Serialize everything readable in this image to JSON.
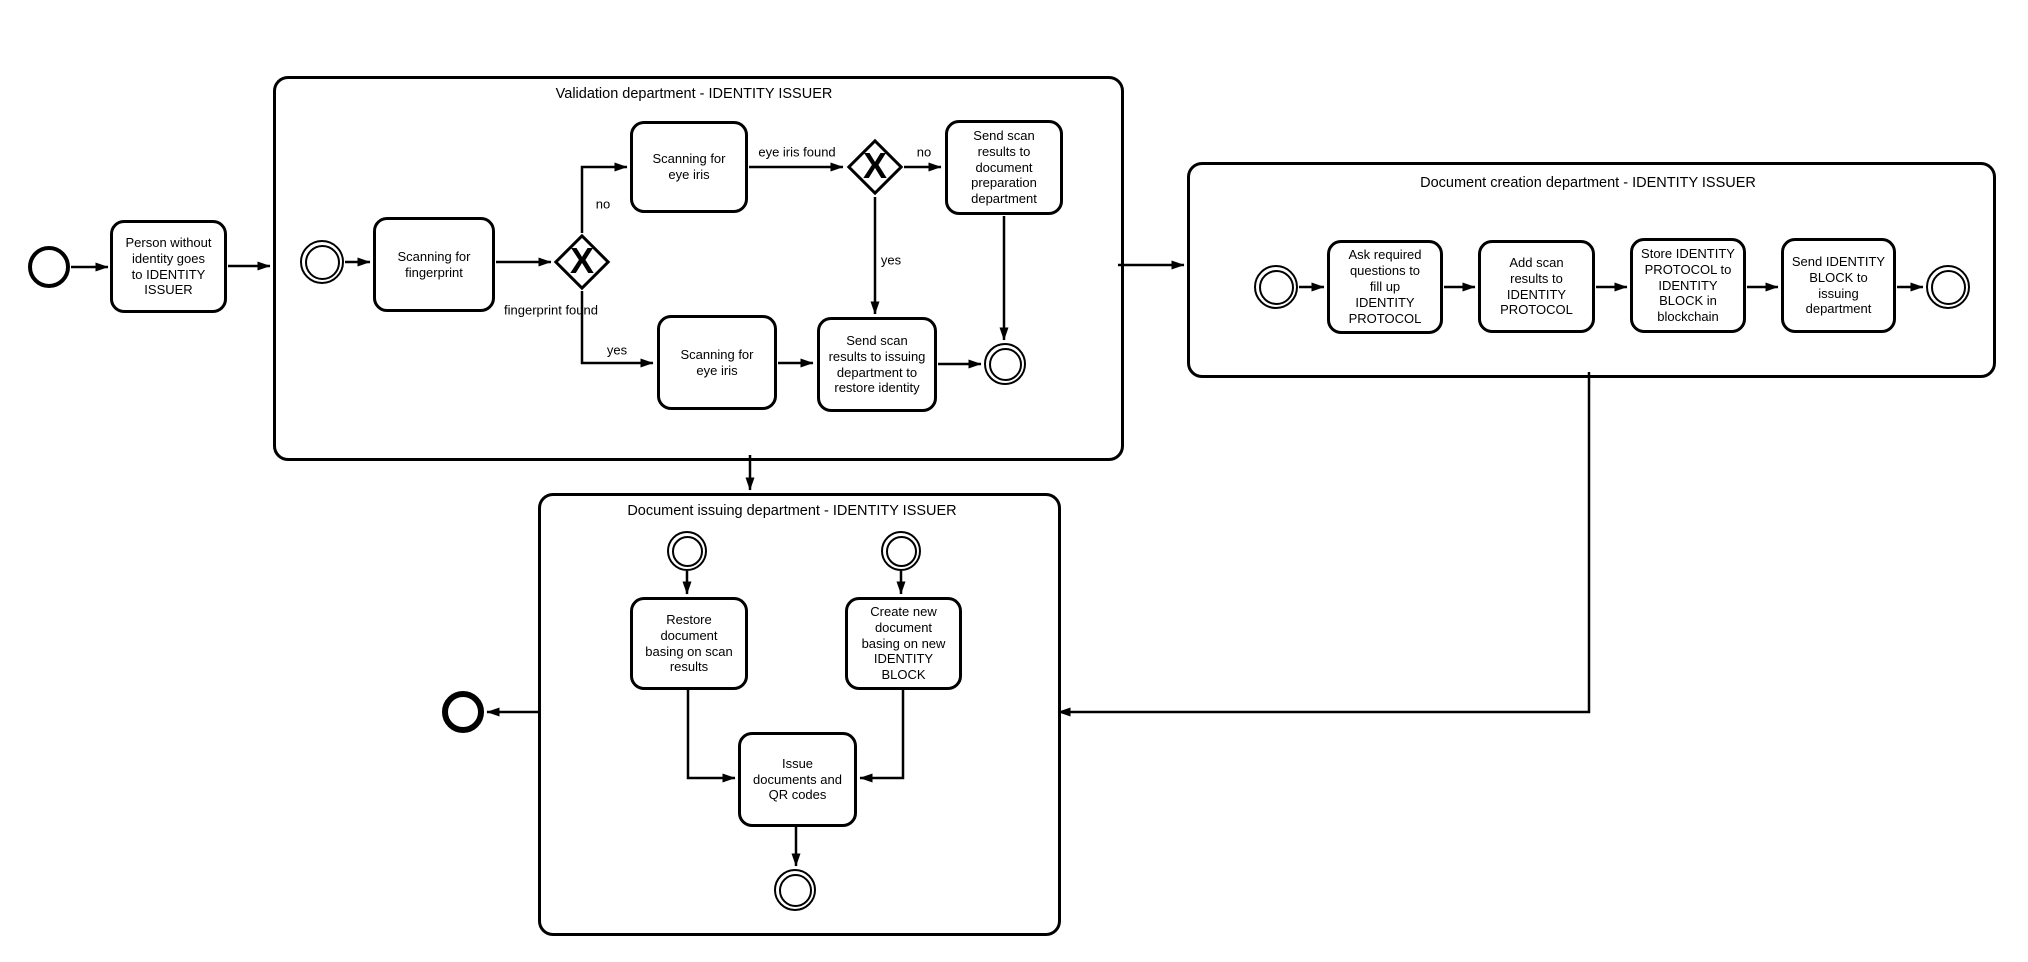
{
  "diagram": {
    "type": "bpmn-process",
    "colors": {
      "stroke": "#000000",
      "background": "#ffffff"
    }
  },
  "pools": {
    "validation": {
      "label": "Validation department - IDENTITY ISSUER"
    },
    "creation": {
      "label": "Document creation department - IDENTITY ISSUER"
    },
    "issuing": {
      "label": "Document issuing department - IDENTITY ISSUER"
    }
  },
  "tasks": {
    "person": {
      "label": "Person without\nidentity goes\nto IDENTITY\nISSUER"
    },
    "scan_fingerprint": {
      "label": "Scanning for\nfingerprint"
    },
    "scan_iris_top": {
      "label": "Scanning for\neye iris"
    },
    "scan_iris_bottom": {
      "label": "Scanning for\neye iris"
    },
    "send_prep": {
      "label": "Send scan\nresults to\ndocument\npreparation\ndepartment"
    },
    "send_issuing": {
      "label": "Send scan\nresults to issuing\ndepartment to\nrestore identity"
    },
    "ask_questions": {
      "label": "Ask required\nquestions to\nfill up\nIDENTITY\nPROTOCOL"
    },
    "add_scan": {
      "label": "Add scan\nresults to\nIDENTITY\nPROTOCOL"
    },
    "store_protocol": {
      "label": "Store IDENTITY\nPROTOCOL to\nIDENTITY\nBLOCK in\nblockchain"
    },
    "send_block": {
      "label": "Send IDENTITY\nBLOCK to\nissuing\ndepartment"
    },
    "restore_document": {
      "label": "Restore\ndocument\nbasing on scan\nresults"
    },
    "create_document": {
      "label": "Create new\ndocument\nbasing on new\nIDENTITY\nBLOCK"
    },
    "issue_documents": {
      "label": "Issue\ndocuments and\nQR codes"
    }
  },
  "gateways": {
    "fingerprint": {
      "symbol": "X"
    },
    "iris": {
      "symbol": "X"
    }
  },
  "flow_labels": {
    "fingerprint_no": "no",
    "fingerprint_yes": "yes",
    "fingerprint_found": "fingerprint found",
    "iris_found": "eye iris found",
    "iris_no": "no",
    "iris_yes": "yes"
  }
}
